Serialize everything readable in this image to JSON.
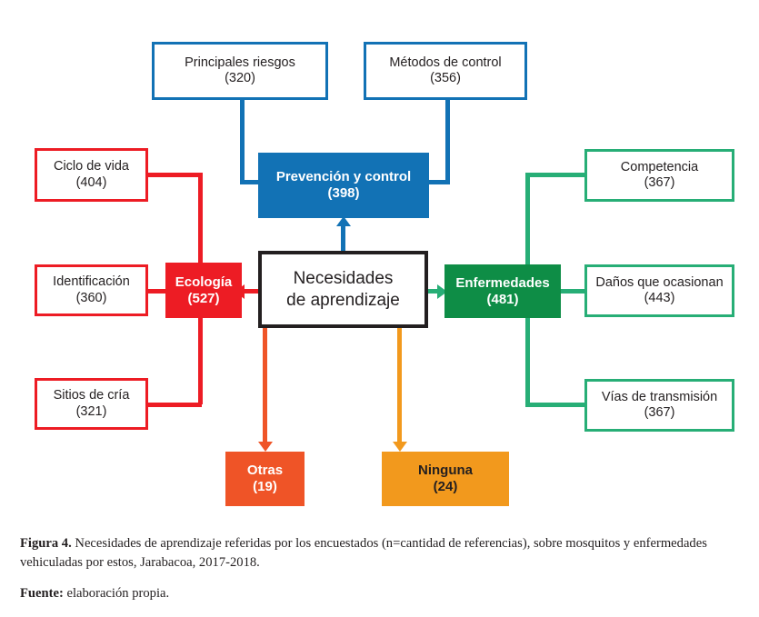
{
  "figure": {
    "title_prefix": "Figura 4.",
    "caption": " Necesidades de aprendizaje referidas por los encuestados (n=cantidad de referencias), sobre mosquitos y enfermedades vehiculadas por estos, Jarabacoa, 2017-2018.",
    "source_prefix": "Fuente:",
    "source": " elaboración propia."
  },
  "colors": {
    "blue": "#1272b5",
    "red": "#ed1c24",
    "green_fill": "#0e8d46",
    "green_line": "#27ae76",
    "orange_dark": "#ef5427",
    "orange_light": "#f2991d",
    "black": "#231f20",
    "white": "#ffffff"
  },
  "chart_data": {
    "type": "diagram",
    "title": "Necesidades de aprendizaje",
    "root": {
      "label": "Necesidades de aprendizaje",
      "line1": "Necesidades",
      "line2": "de aprendizaje"
    },
    "branches": [
      {
        "name": "Prevención y control",
        "label": "Prevención y control",
        "count": "(398)",
        "value": 398,
        "color": "#1272b5",
        "children": [
          {
            "label": "Principales riesgos",
            "count": "(320)",
            "value": 320
          },
          {
            "label": "Métodos de control",
            "count": "(356)",
            "value": 356
          }
        ]
      },
      {
        "name": "Ecología",
        "label": "Ecología",
        "count": "(527)",
        "value": 527,
        "color": "#ed1c24",
        "children": [
          {
            "label": "Ciclo de vida",
            "count": "(404)",
            "value": 404
          },
          {
            "label": "Identificación",
            "count": "(360)",
            "value": 360
          },
          {
            "label": "Sitios de cría",
            "count": "(321)",
            "value": 321
          }
        ]
      },
      {
        "name": "Enfermedades",
        "label": "Enfermedades",
        "count": "(481)",
        "value": 481,
        "color": "#0e8d46",
        "children": [
          {
            "label": "Competencia",
            "count": "(367)",
            "value": 367
          },
          {
            "label": "Daños que ocasionan",
            "count": "(443)",
            "value": 443
          },
          {
            "label": "Vías de transmisión",
            "count": "(367)",
            "value": 367
          }
        ]
      },
      {
        "name": "Otras",
        "label": "Otras",
        "count": "(19)",
        "value": 19,
        "color": "#ef5427",
        "children": []
      },
      {
        "name": "Ninguna",
        "label": "Ninguna",
        "count": "(24)",
        "value": 24,
        "color": "#f2991d",
        "children": []
      }
    ]
  }
}
